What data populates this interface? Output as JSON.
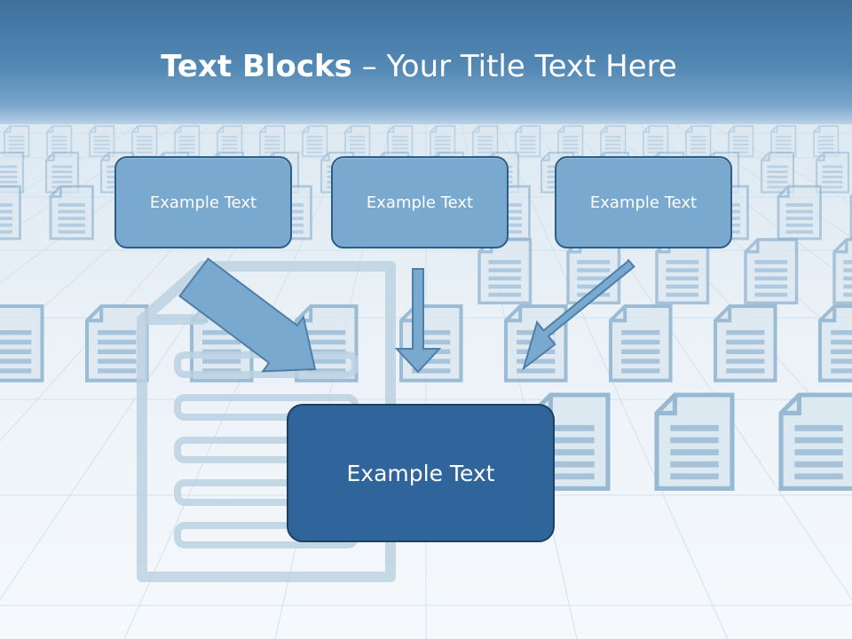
{
  "slide": {
    "title_bold": "Text Blocks",
    "title_dash": " – ",
    "title_rest": "Your Title Text Here"
  },
  "blocks": {
    "top_left": "Example Text",
    "top_center": "Example Text",
    "top_right": "Example Text",
    "bottom_center": "Example Text"
  },
  "colors": {
    "header": "#4a7fad",
    "small_box_fill": "#7aa9d0",
    "small_box_border": "#2e5c86",
    "large_box_fill": "#30659b",
    "large_box_border": "#1f3f60",
    "arrow_fill": "#7aa9d0",
    "arrow_stroke": "#4f7ea8"
  },
  "background": {
    "motif": "document-icons",
    "grid": true
  }
}
